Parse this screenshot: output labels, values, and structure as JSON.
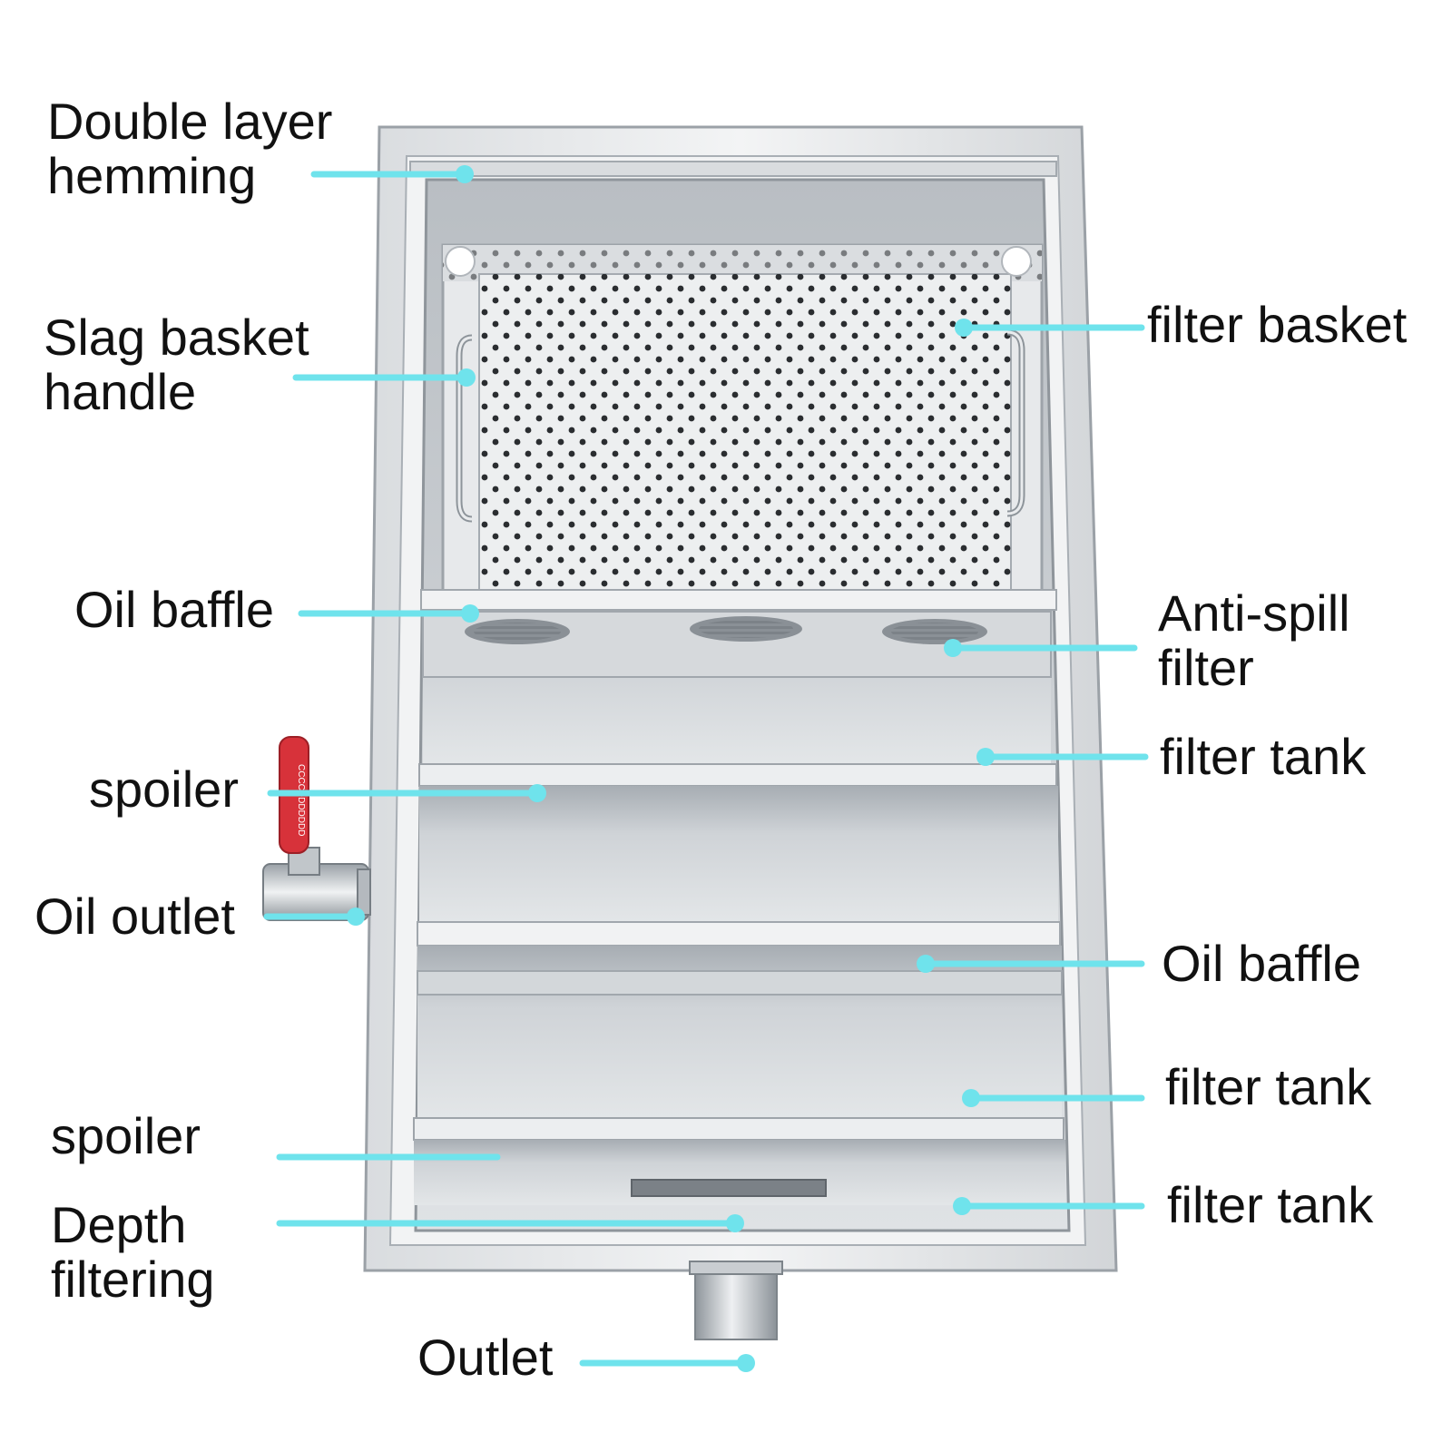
{
  "colors": {
    "leader_line": "#6fe3ec",
    "label_text": "#111111",
    "steel_light": "#eceef0",
    "steel_mid": "#c7cbcf",
    "steel_dark": "#9ea4aa",
    "valve_handle": "#d7323a"
  },
  "labels": {
    "double_layer_hemming": [
      "Double layer",
      "hemming"
    ],
    "slag_basket_handle": [
      "Slag basket",
      "handle"
    ],
    "oil_baffle_left": "Oil baffle",
    "spoiler_upper": "spoiler",
    "oil_outlet": "Oil outlet",
    "spoiler_lower": "spoiler",
    "depth_filtering": [
      "Depth",
      "filtering"
    ],
    "outlet": "Outlet",
    "filter_basket": "filter basket",
    "anti_spill_filter": [
      "Anti-spill",
      "filter"
    ],
    "filter_tank_1": "filter tank",
    "oil_baffle_right": "Oil baffle",
    "filter_tank_2": "filter tank",
    "filter_tank_3": "filter tank"
  },
  "valve_handle_text": "CCCCDDDDDDD"
}
